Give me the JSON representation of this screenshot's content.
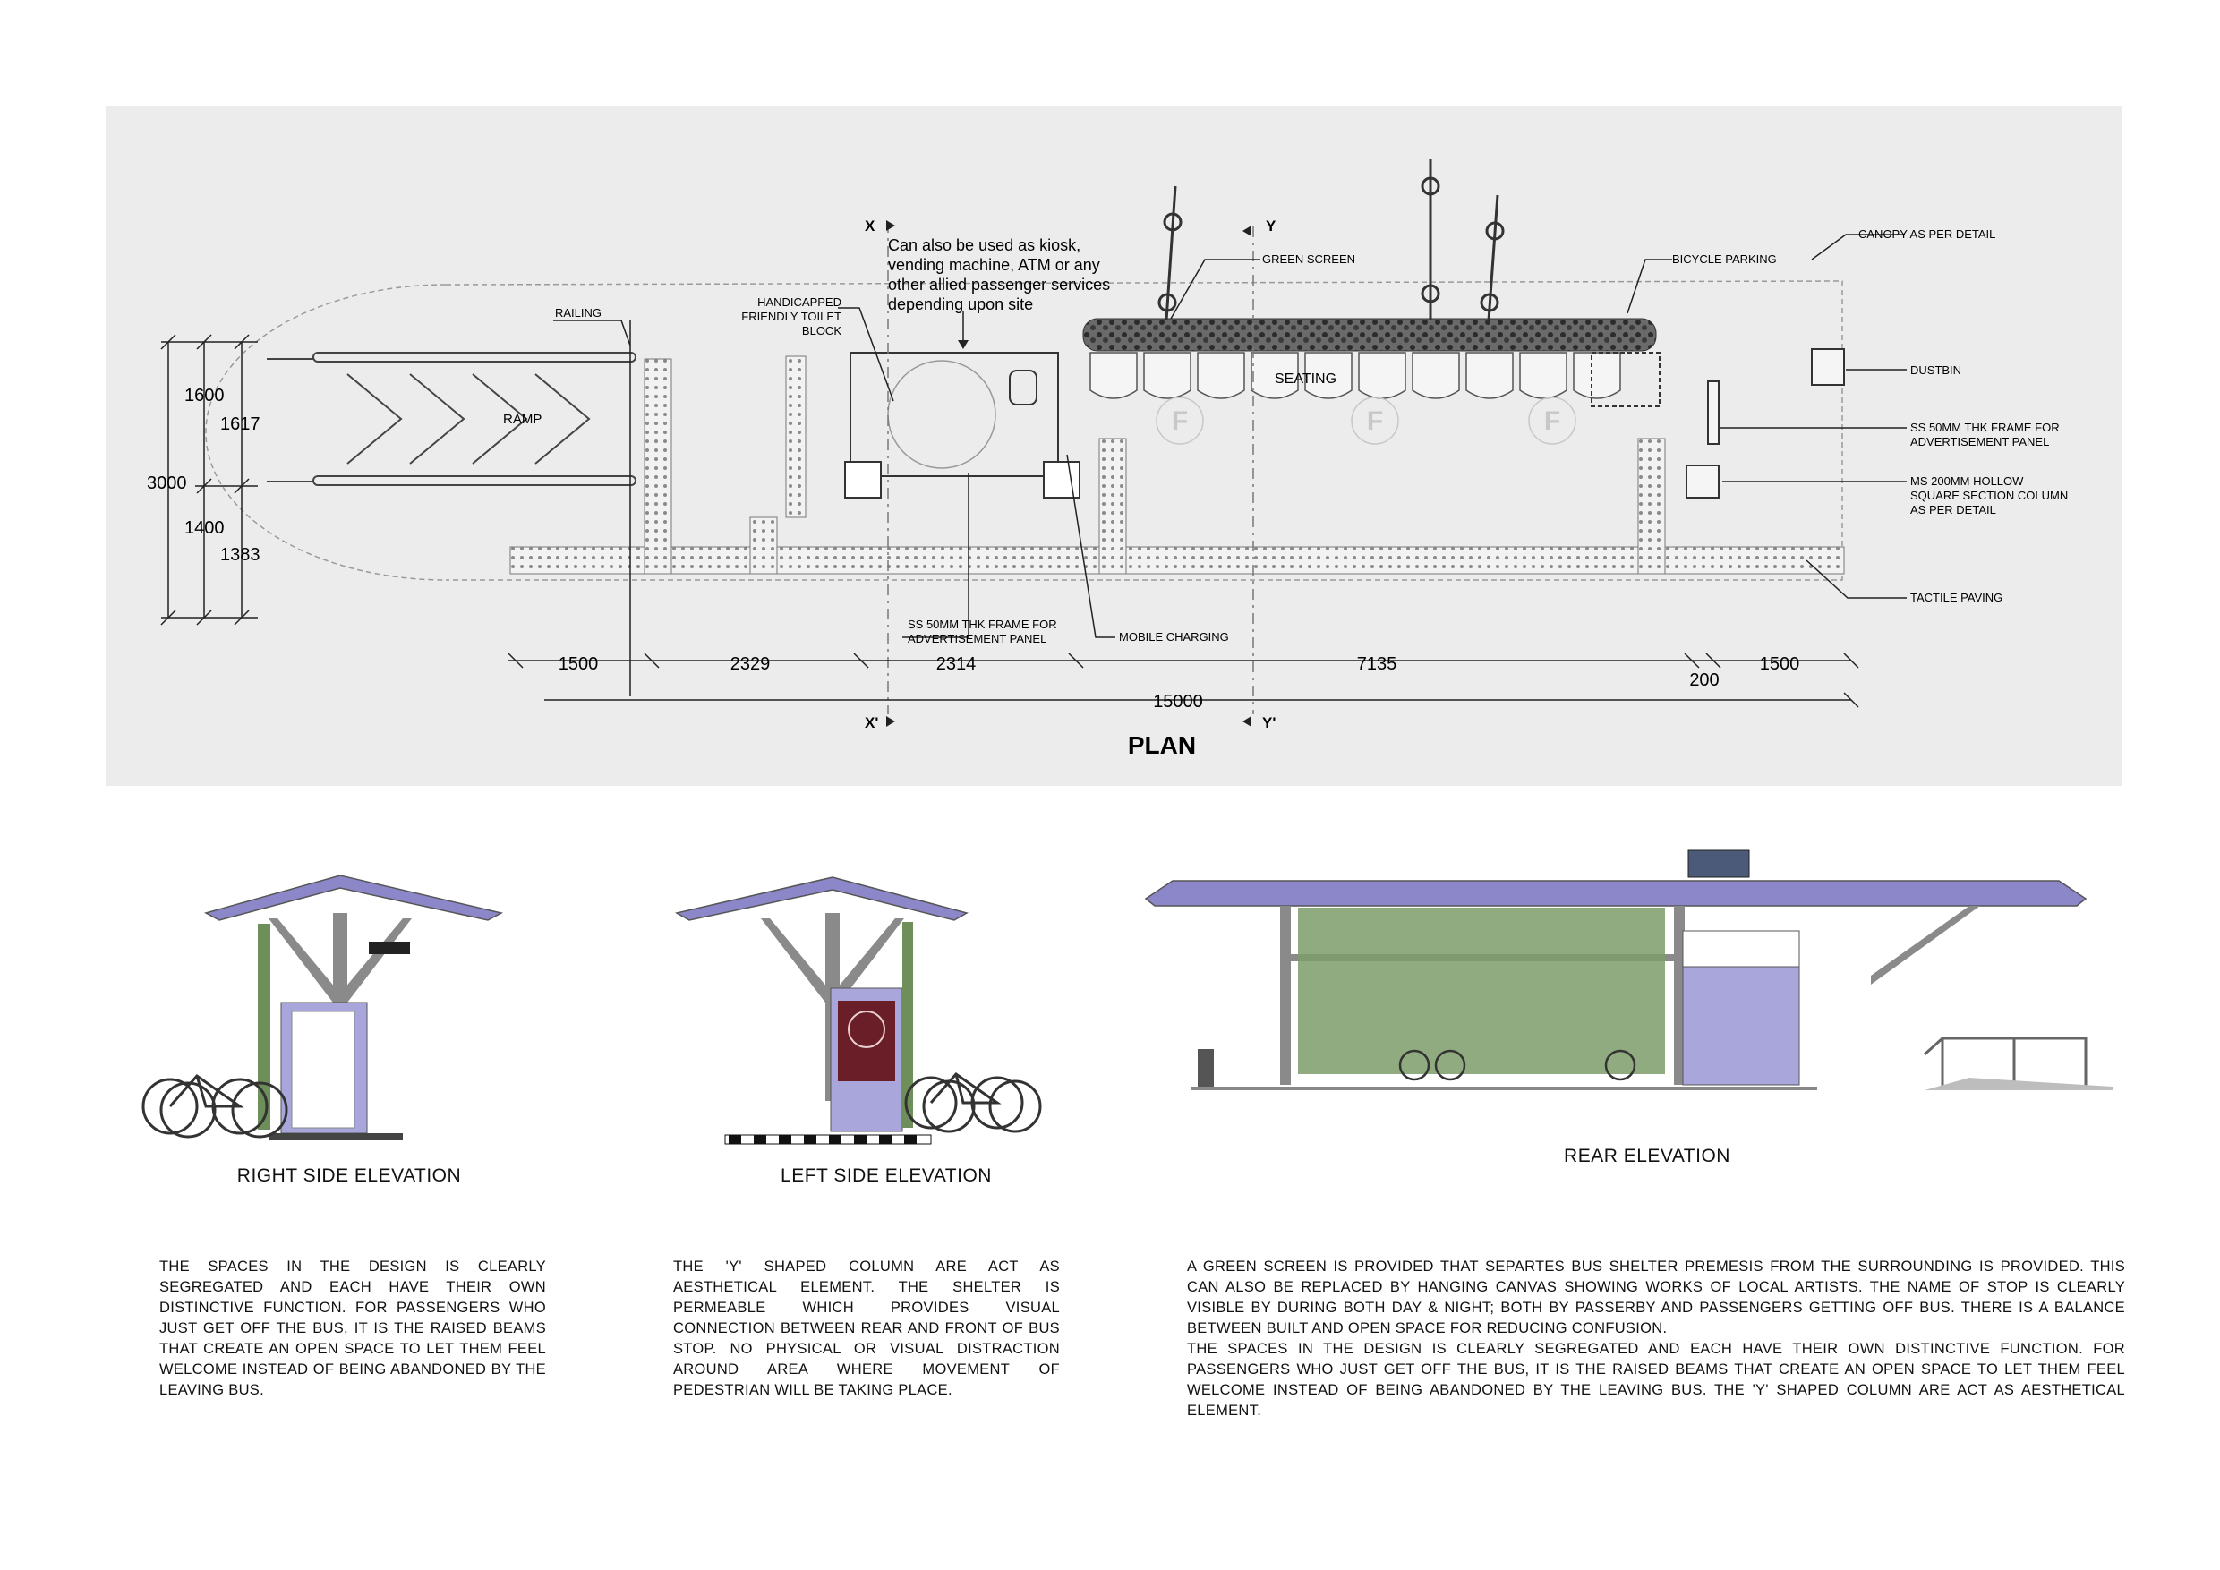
{
  "plan": {
    "title": "PLAN",
    "note": [
      "Can also be used as kiosk,",
      "vending machine, ATM or any",
      "other allied passenger services",
      "depending upon site"
    ],
    "labels": {
      "railing": "RAILING",
      "ramp": "RAMP",
      "toilet": [
        "HANDICAPPED",
        "FRIENDLY TOILET",
        "BLOCK"
      ],
      "green_screen": "GREEN SCREEN",
      "seating": "SEATING",
      "bicycle_parking": "BICYCLE PARKING",
      "canopy": "CANOPY AS PER DETAIL",
      "dustbin": "DUSTBIN",
      "ss_frame_right": [
        "SS 50MM THK FRAME FOR",
        "ADVERTISEMENT PANEL"
      ],
      "ms_column": [
        "MS 200MM HOLLOW",
        "SQUARE SECTION COLUMN",
        "AS PER DETAIL"
      ],
      "tactile": "TACTILE PAVING",
      "ss_frame_left": [
        "SS 50MM THK FRAME FOR",
        "ADVERTISEMENT PANEL"
      ],
      "mobile_charging": "MOBILE CHARGING",
      "seat_mark": "F"
    },
    "section_marks": {
      "x": "X",
      "x_prime": "X'",
      "y": "Y",
      "y_prime": "Y'"
    },
    "dimensions": {
      "left": [
        "1600",
        "1617",
        "3000",
        "1400",
        "1383"
      ],
      "bottom": [
        "1500",
        "2329",
        "2314",
        "7135",
        "200",
        "1500"
      ],
      "total": "15000"
    }
  },
  "elevations": {
    "right": "RIGHT SIDE ELEVATION",
    "left": "LEFT SIDE ELEVATION",
    "rear": "REAR ELEVATION"
  },
  "descriptions": {
    "col1": "THE SPACES IN THE DESIGN IS CLEARLY SEGREGATED AND EACH HAVE THEIR OWN DISTINCTIVE FUNCTION. FOR PASSENGERS WHO JUST GET OFF THE BUS, IT IS THE RAISED BEAMS THAT CREATE AN OPEN SPACE TO LET THEM FEEL WELCOME INSTEAD OF BEING ABANDONED BY THE LEAVING BUS.",
    "col2": "THE 'Y' SHAPED COLUMN ARE ACT AS AESTHETICAL ELEMENT. THE SHELTER IS PERMEABLE WHICH PROVIDES VISUAL CONNECTION BETWEEN REAR AND FRONT OF BUS STOP. NO PHYSICAL OR VISUAL DISTRACTION AROUND AREA WHERE MOVEMENT OF PEDESTRIAN WILL BE TAKING PLACE.",
    "col3a": "A GREEN SCREEN IS PROVIDED THAT SEPARTES BUS SHELTER PREMESIS FROM THE SURROUNDING IS PROVIDED. THIS CAN ALSO BE REPLACED BY HANGING CANVAS SHOWING WORKS OF LOCAL ARTISTS. THE NAME OF STOP IS CLEARLY VISIBLE BY DURING BOTH DAY & NIGHT; BOTH BY PASSERBY AND PASSENGERS GETTING OFF BUS. THERE IS A BALANCE BETWEEN BUILT AND OPEN SPACE FOR REDUCING CONFUSION.",
    "col3b": "THE SPACES IN THE DESIGN IS CLEARLY SEGREGATED AND EACH HAVE THEIR OWN DISTINCTIVE FUNCTION. FOR PASSENGERS WHO JUST GET OFF THE BUS, IT IS THE RAISED BEAMS THAT CREATE AN OPEN SPACE TO LET THEM FEEL WELCOME INSTEAD OF BEING ABANDONED BY THE LEAVING BUS. THE 'Y' SHAPED COLUMN ARE ACT AS AESTHETICAL ELEMENT."
  },
  "colors": {
    "panel": "#ececec",
    "roof": "#8c87c9",
    "kiosk": "#a9a6dc",
    "green": "#6f8f5a",
    "line": "#333333"
  }
}
